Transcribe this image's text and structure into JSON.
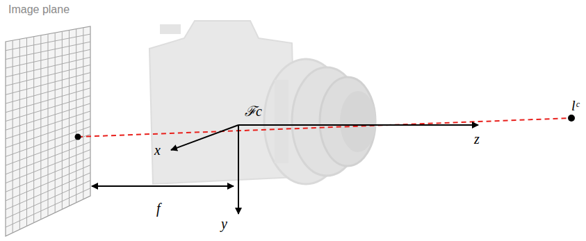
{
  "diagram": {
    "labels": [
      "Image plane",
      "ℱc",
      "x",
      "y",
      "z",
      "f",
      "lᶜ"
    ]
  }
}
